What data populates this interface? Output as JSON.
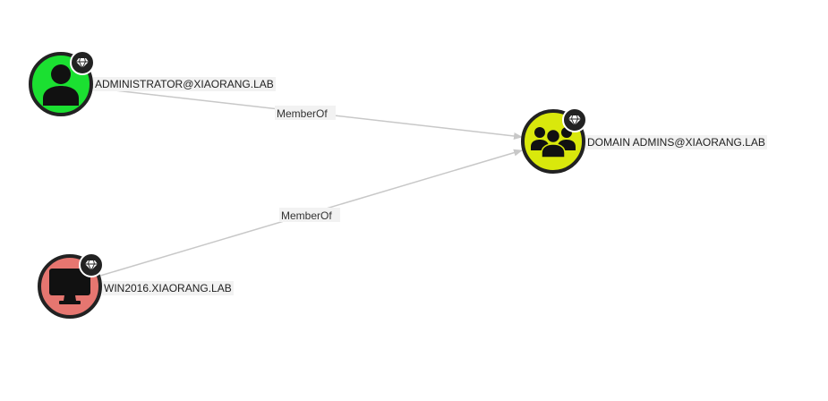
{
  "graph": {
    "nodes": {
      "admin": {
        "label": "ADMINISTRATOR@XIAORANG.LAB",
        "type": "user",
        "icon": "user-icon",
        "badge_icon": "diamond-icon",
        "color": "#1be031"
      },
      "domain_admins": {
        "label": "DOMAIN ADMINS@XIAORANG.LAB",
        "type": "group",
        "icon": "group-icon",
        "badge_icon": "diamond-icon",
        "color": "#d9e80c"
      },
      "win2016": {
        "label": "WIN2016.XIAORANG.LAB",
        "type": "computer",
        "icon": "computer-icon",
        "badge_icon": "diamond-icon",
        "color": "#e67670"
      }
    },
    "edges": {
      "admin_to_da": {
        "label": "MemberOf",
        "from": "ADMINISTRATOR@XIAORANG.LAB",
        "to": "DOMAIN ADMINS@XIAORANG.LAB"
      },
      "win_to_da": {
        "label": "MemberOf",
        "from": "WIN2016.XIAORANG.LAB",
        "to": "DOMAIN ADMINS@XIAORANG.LAB"
      }
    },
    "edge_color": "#c8c8c8"
  }
}
